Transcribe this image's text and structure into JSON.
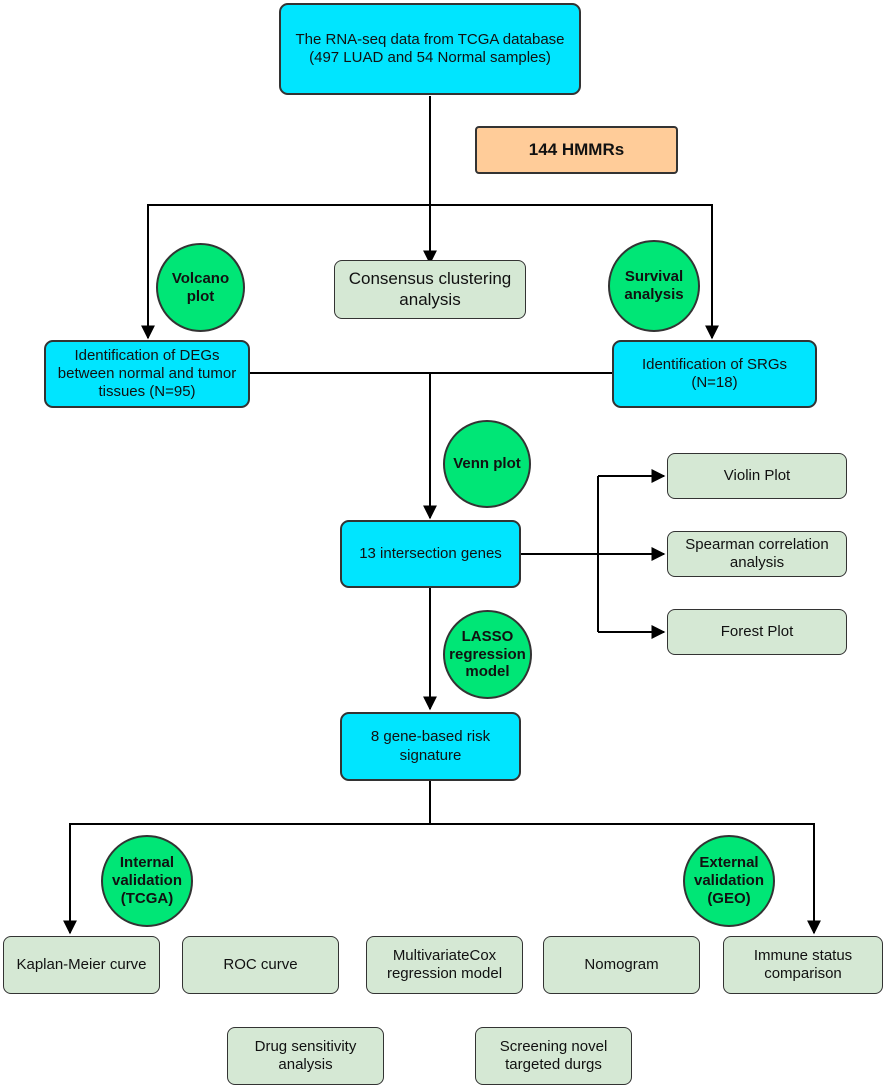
{
  "boxes": {
    "tcga_data": "The RNA-seq data from TCGA database\n(497 LUAD and 54 Normal samples)",
    "hmmrs": "144 HMMRs",
    "consensus": "Consensus clustering\nanalysis",
    "degs": "Identification of DEGs\nbetween normal and tumor\ntissues (N=95)",
    "srgs": "Identification of SRGs\n(N=18)",
    "intersection": "13 intersection genes",
    "violin": "Violin Plot",
    "spearman": "Spearman correlation\nanalysis",
    "forest": "Forest Plot",
    "risk_signature": "8 gene-based risk\nsignature",
    "km_curve": "Kaplan-Meier curve",
    "roc_curve": "ROC curve",
    "multivariate_cox": "MultivariateCox\nregression model",
    "nomogram": "Nomogram",
    "immune_status": "Immune status\ncomparison",
    "drug_sensitivity": "Drug sensitivity\nanalysis",
    "screening_drugs": "Screening novel\ntargeted durgs"
  },
  "methods": {
    "volcano": "Volcano\nplot",
    "survival": "Survival\nanalysis",
    "venn": "Venn plot",
    "lasso": "LASSO\nregression\nmodel",
    "internal": "Internal\nvalidation\n(TCGA)",
    "external": "External\nvalidation\n(GEO)"
  },
  "colors": {
    "primary_box": "#00e5ff",
    "result_box": "#d5e8d4",
    "gene_set_box": "#ffcc99",
    "method_circle": "#00e676",
    "line": "#000000"
  }
}
